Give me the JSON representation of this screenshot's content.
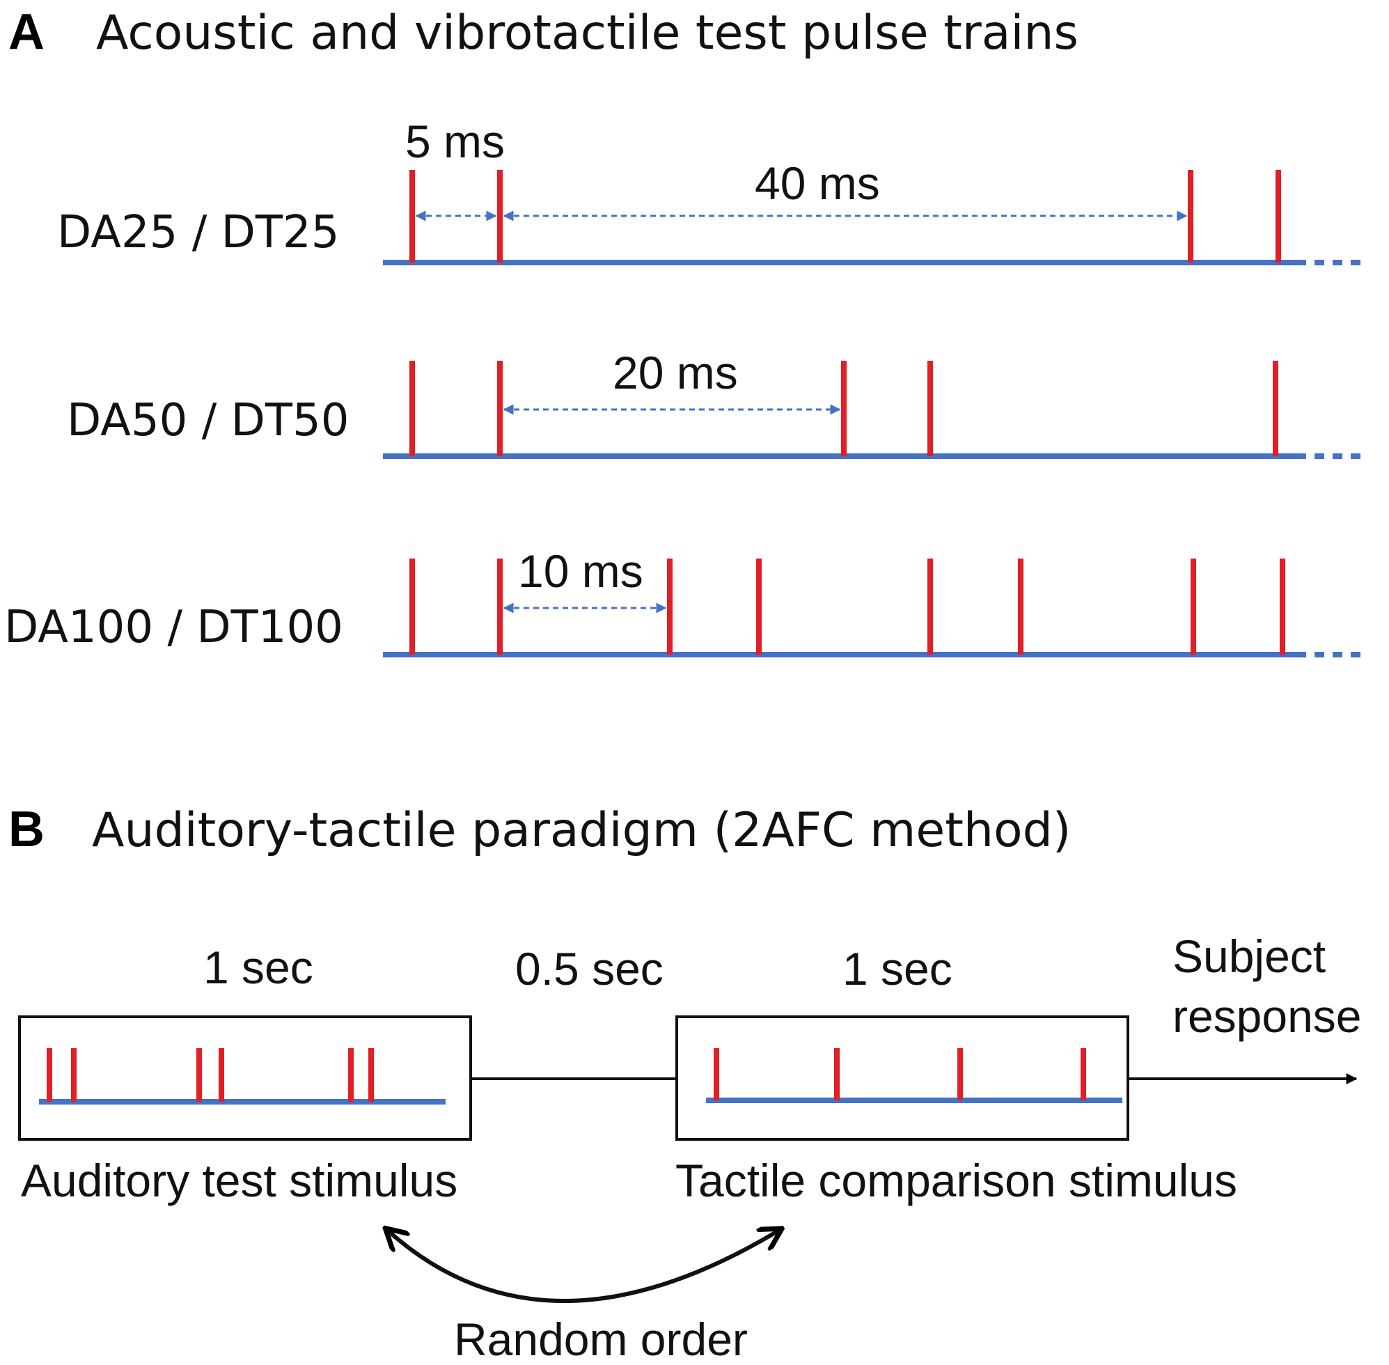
{
  "panel_a": {
    "letter": "A",
    "title": "Acoustic and vibrotactile test pulse trains",
    "colors": {
      "pulse": "#e21e26",
      "baseline": "#4472c4",
      "text": "#111111"
    },
    "rows": [
      {
        "label": "DA25 / DT25",
        "intervals": [
          "5 ms",
          "40 ms"
        ]
      },
      {
        "label": "DA50 / DT50",
        "intervals": [
          "20 ms"
        ]
      },
      {
        "label": "DA100 / DT100",
        "intervals": [
          "10 ms"
        ]
      }
    ]
  },
  "panel_b": {
    "letter": "B",
    "title": "Auditory-tactile paradigm (2AFC method)",
    "durations": {
      "test": "1 sec",
      "gap": "0.5 sec",
      "comparison": "1 sec"
    },
    "response_label": [
      "Subject",
      "response"
    ],
    "test_caption": "Auditory test stimulus",
    "comparison_caption": "Tactile comparison stimulus",
    "order_caption": "Random order"
  }
}
